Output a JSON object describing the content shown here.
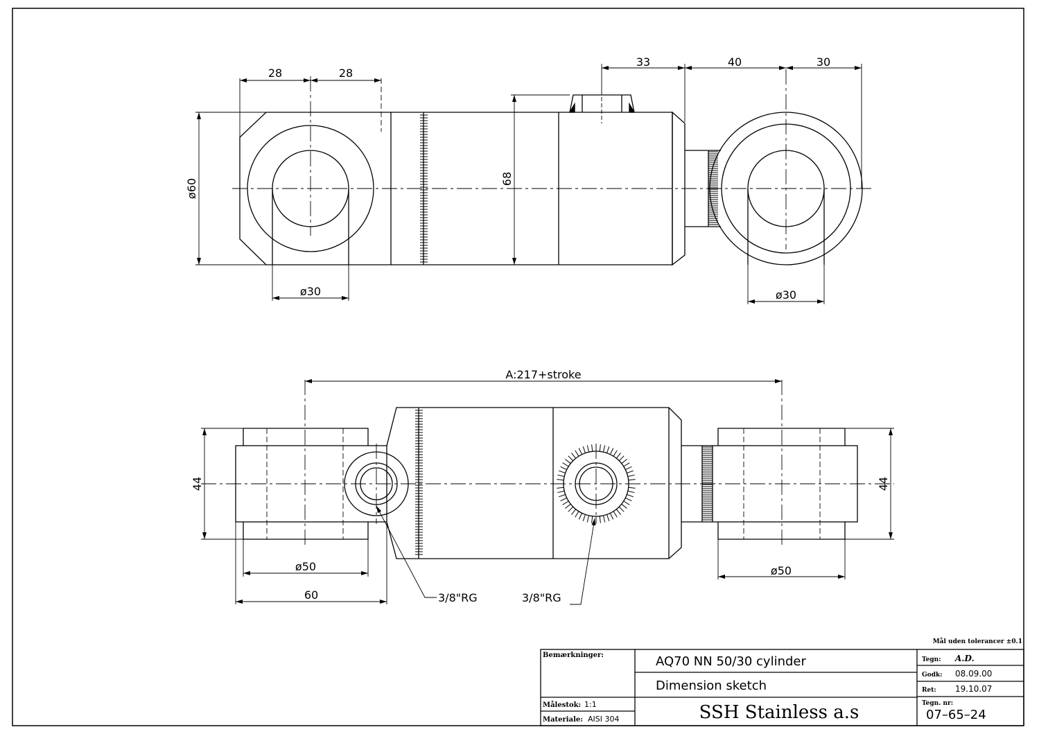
{
  "dims": {
    "d28a": "28",
    "d28b": "28",
    "d33": "33",
    "d40": "40",
    "d30top": "30",
    "dia60": "ø60",
    "h68": "68",
    "dia30_left": "ø30",
    "dia30_right": "ø30",
    "a217": "A:217+stroke",
    "h44_left": "44",
    "h44_right": "44",
    "dia50_left": "ø50",
    "dia50_right": "ø50",
    "w60": "60",
    "port_left": "3/8\"RG",
    "port_right": "3/8\"RG"
  },
  "title_block": {
    "tolerance_note": "Mål uden tolerancer ±0.1",
    "remarks_label": "Bemærkninger:",
    "title_line1": "AQ70  NN  50/30  cylinder",
    "title_line2": "Dimension  sketch",
    "company": "SSH  Stainless  a.s",
    "scale_label": "Målestok:",
    "scale_value": "1:1",
    "material_label": "Materiale:",
    "material_value": "AISI  304",
    "drawn_label": "Tegn:",
    "drawn_value": "A.D.",
    "approved_label": "Godk:",
    "approved_value": "08.09.00",
    "revised_label": "Ret:",
    "revised_value": "19.10.07",
    "drawing_no_label": "Tegn. nr:",
    "drawing_no_value": "07–65–24"
  }
}
